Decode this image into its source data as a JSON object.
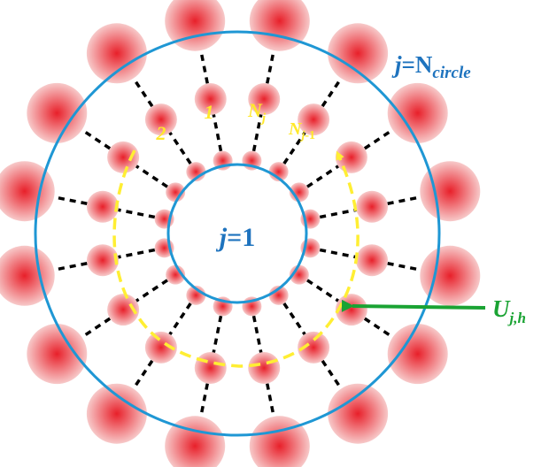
{
  "labels": {
    "inner_circle": {
      "prefix": "j",
      "suffix": "=1"
    },
    "outer_circle": {
      "prefix": "j",
      "eq": "=N",
      "subscript": "circle"
    },
    "node_1": "1",
    "node_2": "2",
    "node_nj": {
      "base": "N",
      "subscript": "j"
    },
    "node_nj_minus_1": {
      "base": "N",
      "subscript": "j",
      "suffix": "-1"
    },
    "pointer": {
      "base": "U",
      "subscript": "j,h"
    }
  },
  "colors": {
    "ring": "#1f97d4",
    "node_core": "#e8202a",
    "node_edge": "#f7c9c9",
    "path": "#ffee33",
    "node_label": "#ffe82a",
    "circle_label": "#1e73be",
    "pointer": "#1aa333",
    "spoke": "#000000"
  },
  "structure": {
    "inner_ring_node_count": 16,
    "middle_ring_node_count": 16,
    "outer_ring_node_count": 16
  }
}
